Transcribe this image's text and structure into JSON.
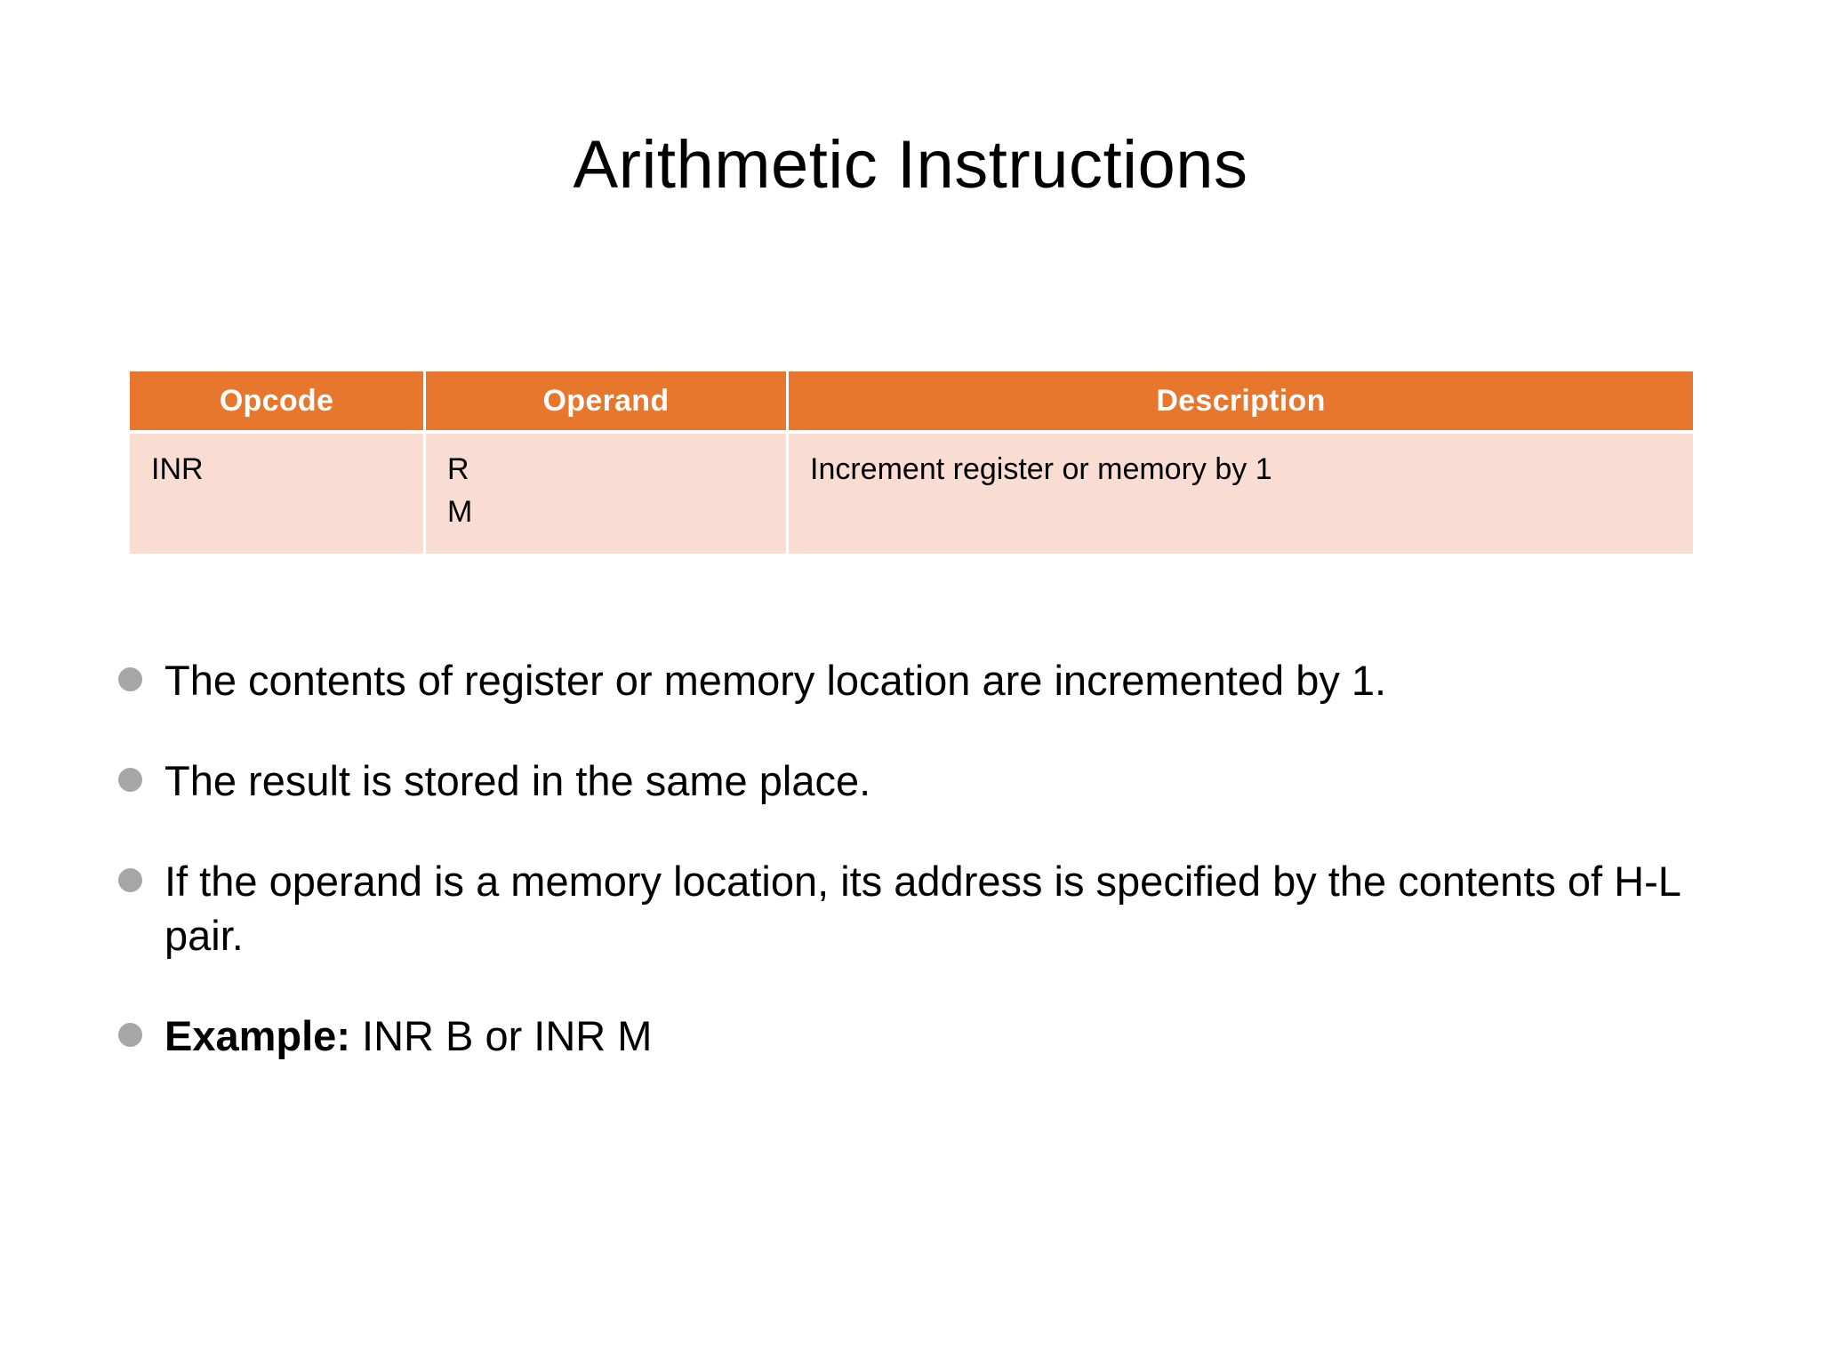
{
  "slide": {
    "title": "Arithmetic Instructions",
    "background_color": "#FFFFFF"
  },
  "table": {
    "header_color": "#E8772E",
    "row_color": "#F9DCD2",
    "columns": [
      "Opcode",
      "Operand",
      "Description"
    ],
    "rows": [
      {
        "opcode": "INR",
        "operand_line1": "R",
        "operand_line2": "M",
        "description": "Increment register or memory by 1"
      }
    ]
  },
  "bullets": {
    "marker_color": "#A6A6A6",
    "items": [
      {
        "id": "bullet-contents-incremented",
        "prefix": "",
        "text": "The contents of register or memory location are incremented by 1."
      },
      {
        "id": "bullet-result-stored",
        "prefix": "",
        "text": "The result is stored in the same place."
      },
      {
        "id": "bullet-operand-memory-address",
        "prefix": "",
        "text": "If the operand is a memory location, its address is specified by the contents of H-L pair."
      },
      {
        "id": "bullet-example",
        "prefix": "Example:",
        "text": " INR B or INR M"
      }
    ]
  }
}
